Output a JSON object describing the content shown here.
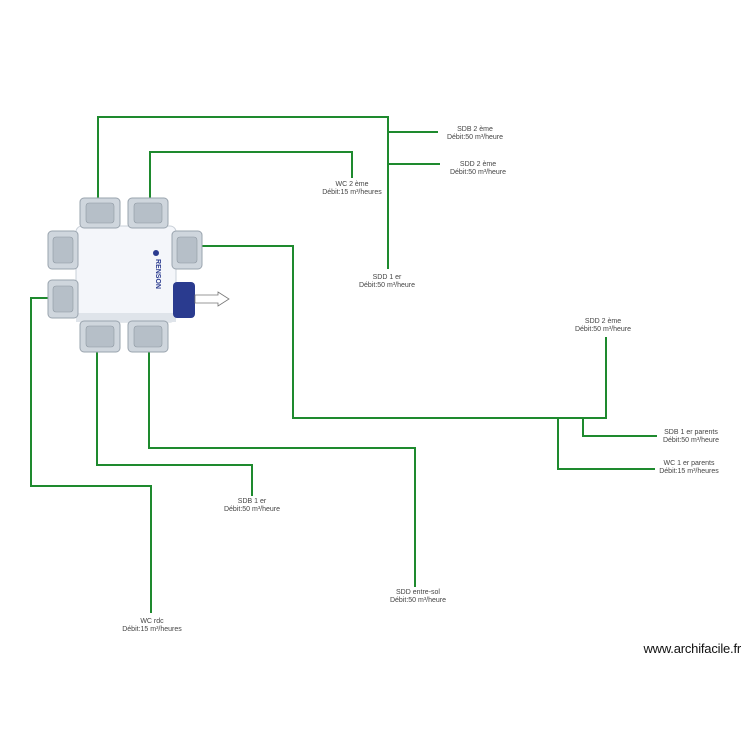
{
  "colors": {
    "duct": "#1e8a2e",
    "unit_body": "#f4f6fa",
    "port": "#cfd6dd",
    "brand": "#2a3b8f"
  },
  "unit": {
    "brand": "RENSON"
  },
  "labels": [
    {
      "id": "sdb-2eme-a",
      "room": "SDB 2 ème",
      "flow": "Débit:50 m³/heure"
    },
    {
      "id": "sdd-2eme-a",
      "room": "SDD 2 ème",
      "flow": "Débit:50 m³/heure"
    },
    {
      "id": "wc-2eme",
      "room": "WC 2 ème",
      "flow": "Débit:15 m³/heures"
    },
    {
      "id": "sdd-1er",
      "room": "SDD 1 er",
      "flow": "Débit:50 m³/heure"
    },
    {
      "id": "sdd-2eme-b",
      "room": "SDD 2 ème",
      "flow": "Débit:50 m³/heure"
    },
    {
      "id": "sdb-1er-parents",
      "room": "SDB 1 er parents",
      "flow": "Débit:50 m³/heure"
    },
    {
      "id": "wc-1er-parents",
      "room": "WC 1 er parents",
      "flow": "Débit:15 m³/heures"
    },
    {
      "id": "sdb-1er",
      "room": "SDB 1 er",
      "flow": "Débit:50 m³/heure"
    },
    {
      "id": "sdd-entre-sol",
      "room": "SDD entre-sol",
      "flow": "Débit:50 m³/heure"
    },
    {
      "id": "wc-rdc",
      "room": "WC rdc",
      "flow": "Débit:15 m³/heures"
    }
  ],
  "watermark": "www.archifacile.fr"
}
